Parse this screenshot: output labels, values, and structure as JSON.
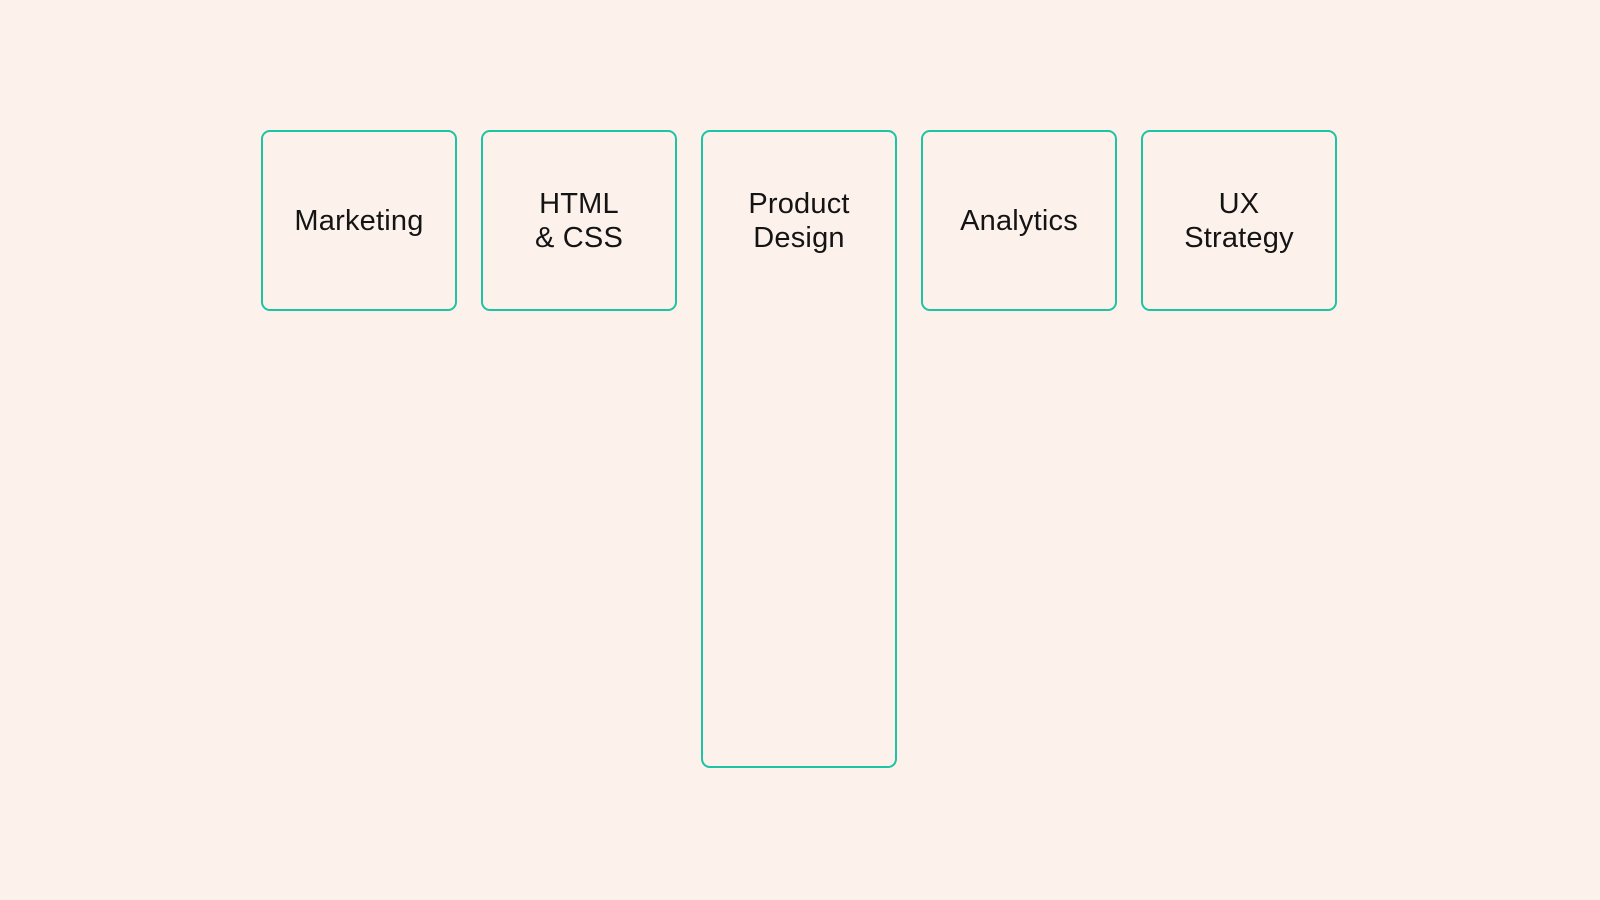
{
  "theme": {
    "background_color": "#FCF1EB",
    "card_border_color": "#1EC3A4",
    "text_color": "#141414"
  },
  "board": {
    "cards": [
      {
        "id": "marketing",
        "label": "Marketing",
        "lines": [
          "Marketing"
        ]
      },
      {
        "id": "html-css",
        "label": "HTML & CSS",
        "lines": [
          "HTML",
          "& CSS"
        ]
      },
      {
        "id": "product-design",
        "label": "Product Design",
        "lines": [
          "Product",
          "Design"
        ],
        "stretched": true
      },
      {
        "id": "analytics",
        "label": "Analytics",
        "lines": [
          "Analytics"
        ]
      },
      {
        "id": "ux-strategy",
        "label": "UX Strategy",
        "lines": [
          "UX",
          "Strategy"
        ]
      }
    ]
  }
}
